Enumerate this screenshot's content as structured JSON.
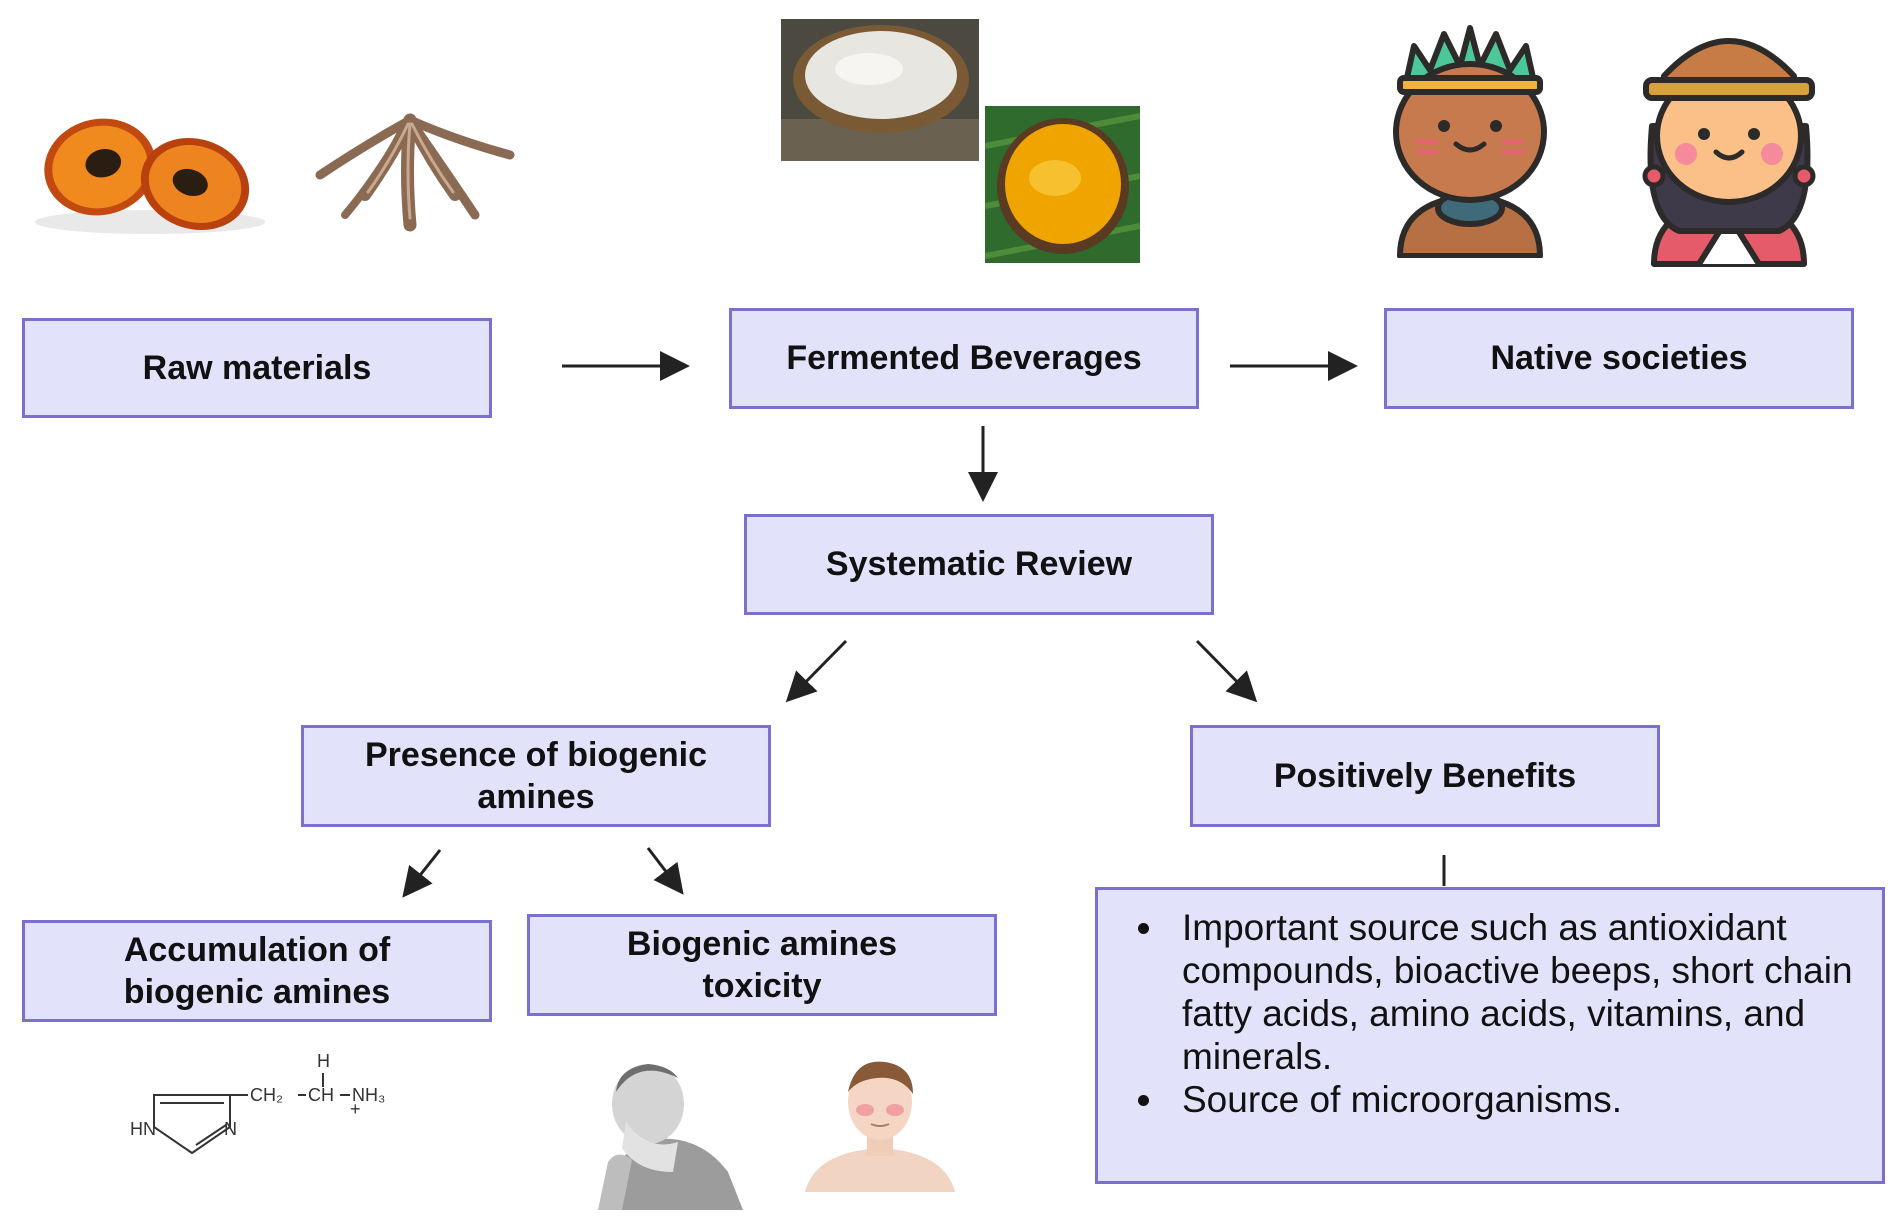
{
  "boxes": {
    "raw_materials": "Raw materials",
    "fermented_beverages": "Fermented Beverages",
    "native_societies": "Native societies",
    "systematic_review": "Systematic Review",
    "biogenic_presence": "Presence of biogenic\namines",
    "positive_benefits": "Positively Benefits",
    "accumulation": "Accumulation of\nbiogenic amines",
    "toxicity": "Biogenic amines\ntoxicity"
  },
  "benefits_list": [
    "Important source  such as antioxidant compounds, bioactive beeps, short chain fatty acids, amino acids, vitamins, and minerals.",
    "Source of microorganisms."
  ],
  "chemical": {
    "h": "H",
    "ch2": "CH₂",
    "ch": "CH",
    "nh3": "NH₃",
    "plus": "+",
    "hn": "HN",
    "n": "N"
  },
  "colors": {
    "box_fill": "#e3e2fb",
    "box_border": "#7b6fcf",
    "arrow": "#222222"
  }
}
